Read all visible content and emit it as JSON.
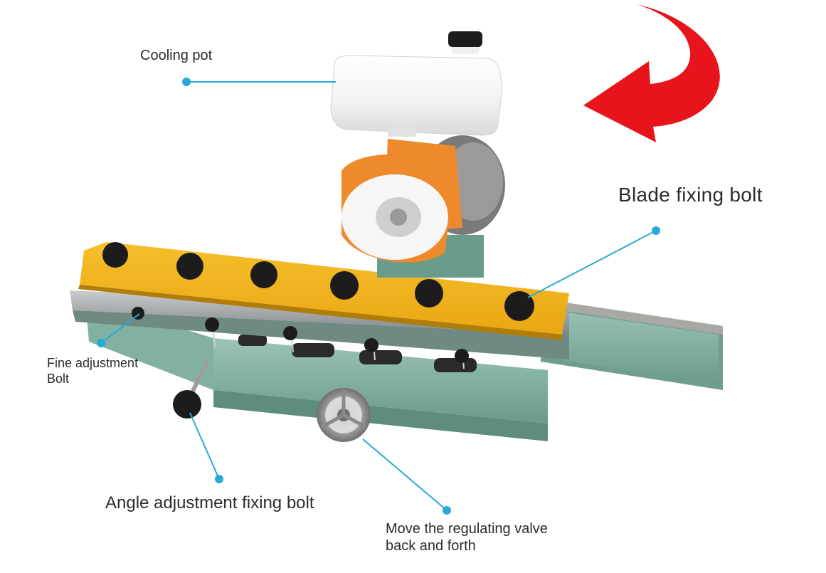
{
  "colors": {
    "callout": "#29a9d6",
    "arrow": "#e8141b",
    "rail": "#f2b21a",
    "base": "#7cab9e",
    "guard": "#ee8a2c",
    "tank": "#f4f4f4",
    "knob": "#1c1c1c",
    "metal": "#9ea2a4"
  },
  "arrow_icon": "curved-arrow-icon",
  "labels": {
    "cooling_pot": "Cooling pot",
    "blade_fixing_bolt": "Blade fixing bolt",
    "fine_adjustment_bolt": "Fine adjustment\nBolt",
    "angle_adjustment_fixing_bolt": "Angle adjustment fixing bolt",
    "move_regulating_valve": "Move the regulating valve\nback and forth"
  }
}
